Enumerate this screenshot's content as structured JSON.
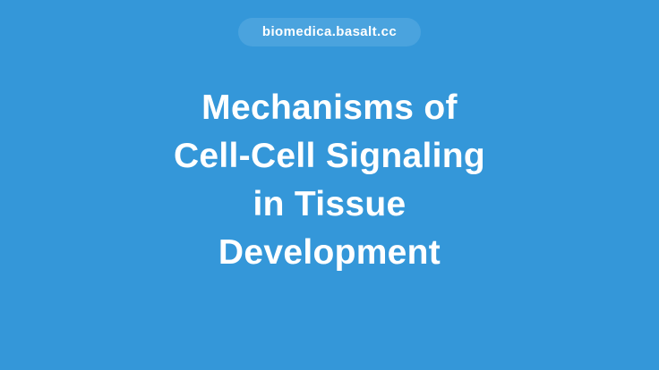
{
  "site_badge": {
    "label": "biomedica.basalt.cc"
  },
  "title": {
    "lines": [
      "Mechanisms of",
      "Cell-Cell Signaling",
      "in Tissue",
      "Development"
    ]
  },
  "colors": {
    "background": "#3497d9",
    "badge_background": "#4aa3de",
    "text": "#ffffff"
  }
}
